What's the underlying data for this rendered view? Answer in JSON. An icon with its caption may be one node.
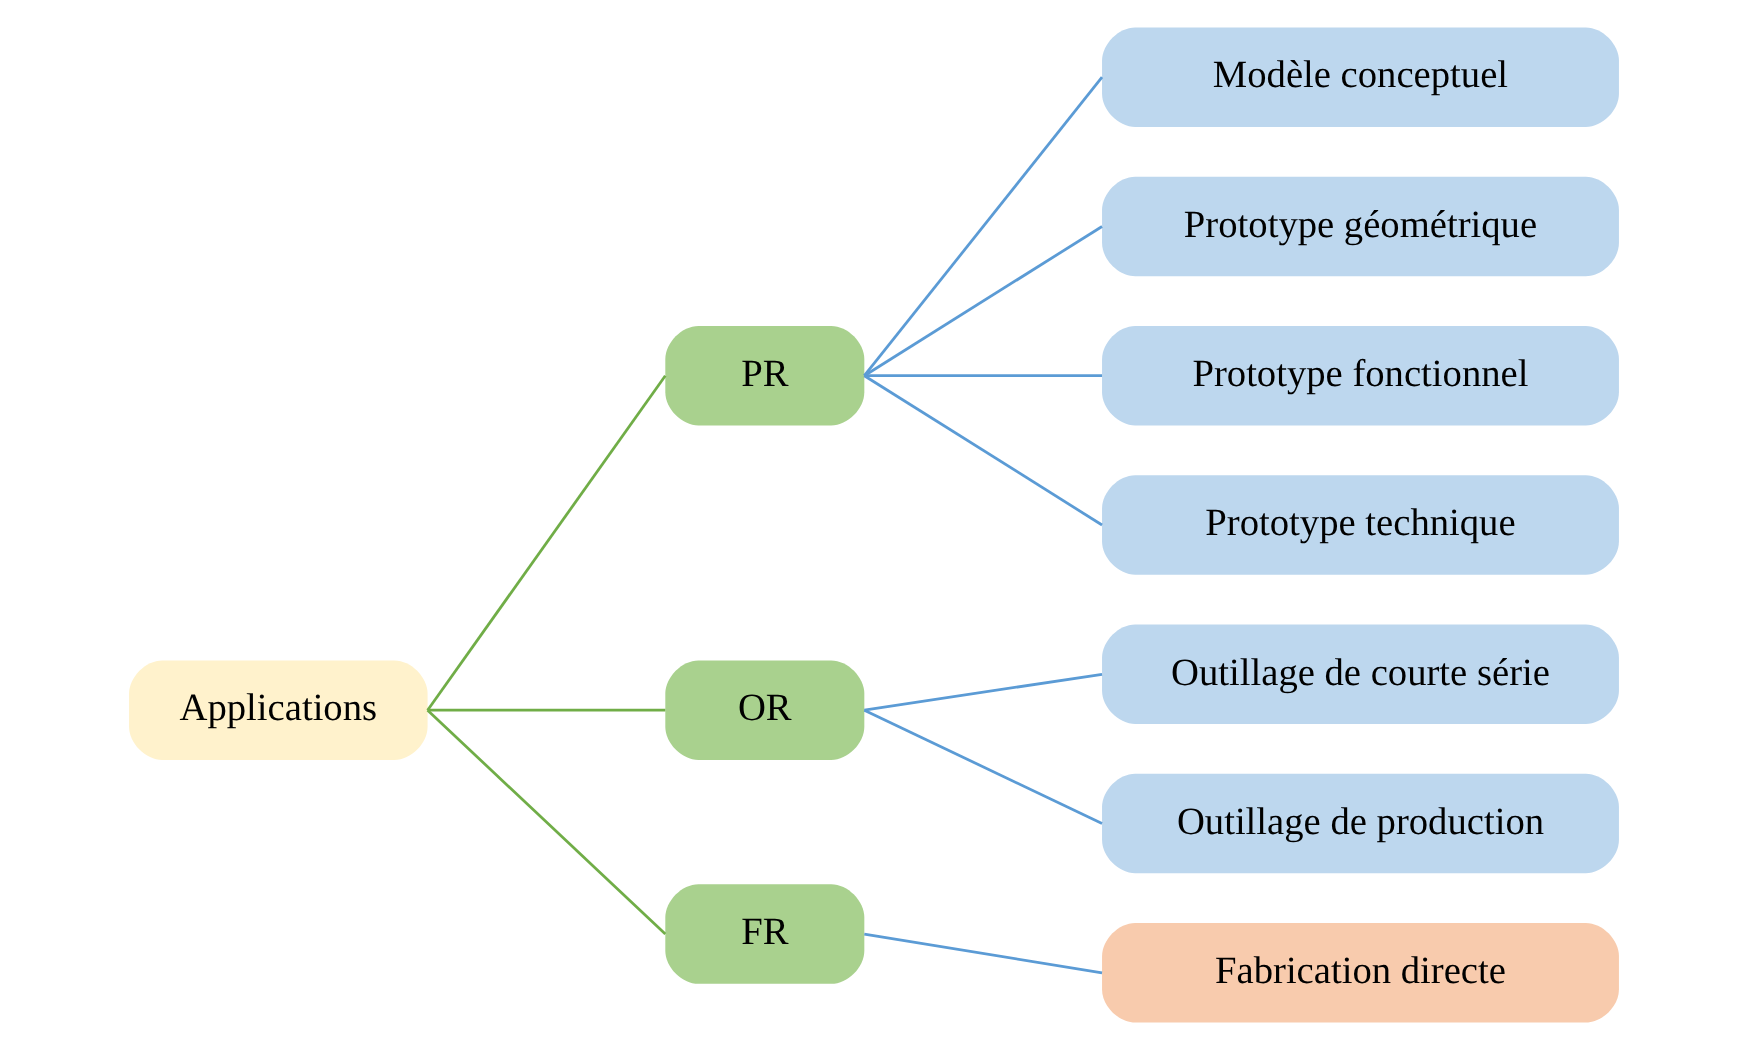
{
  "diagram": {
    "nodes": [
      {
        "text": [
          "Applications"
        ]
      },
      {
        "text": [
          "PR"
        ]
      },
      {
        "text": [
          "OR"
        ]
      },
      {
        "text": [
          "FR"
        ]
      },
      {
        "text": [
          "Modèle conceptuel"
        ]
      },
      {
        "text": [
          "Prototype géométrique"
        ]
      },
      {
        "text": [
          "Prototype fonctionnel"
        ]
      },
      {
        "text": [
          "Prototype technique"
        ]
      },
      {
        "text": [
          "Outillage de courte série"
        ]
      },
      {
        "text": [
          "Outillage de production"
        ]
      },
      {
        "text": [
          "Fabrication directe"
        ]
      }
    ],
    "edges": [
      {
        "from": 0,
        "to": 1,
        "arrow": "none",
        "color": "#70ad47"
      },
      {
        "from": 0,
        "to": 2,
        "arrow": "none",
        "color": "#70ad47"
      },
      {
        "from": 0,
        "to": 3,
        "arrow": "none",
        "color": "#70ad47"
      },
      {
        "from": 1,
        "to": 4,
        "arrow": "none"
      },
      {
        "from": 1,
        "to": 5,
        "arrow": "none"
      },
      {
        "from": 1,
        "to": 6,
        "arrow": "none"
      },
      {
        "from": 1,
        "to": 7,
        "arrow": "none"
      },
      {
        "from": 2,
        "to": 8,
        "arrow": "none"
      },
      {
        "from": 2,
        "to": 9,
        "arrow": "none"
      },
      {
        "from": 3,
        "to": 10,
        "arrow": "none"
      }
    ]
  }
}
